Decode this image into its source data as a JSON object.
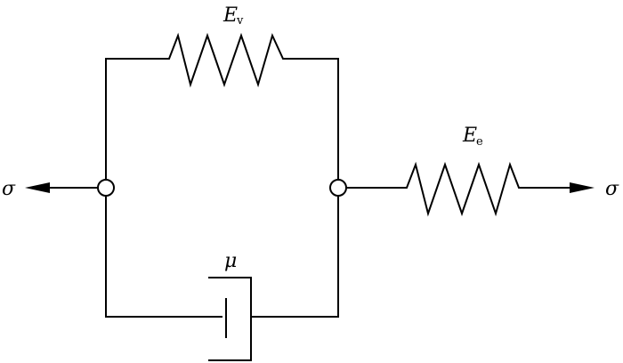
{
  "diagram": {
    "spring_viscous": {
      "label": "E",
      "subscript": "v"
    },
    "spring_elastic": {
      "label": "E",
      "subscript": "e"
    },
    "dashpot": {
      "label": "μ"
    },
    "stress_left": {
      "label": "σ"
    },
    "stress_right": {
      "label": "σ"
    }
  },
  "colors": {
    "line": "#000000",
    "background": "#ffffff"
  }
}
